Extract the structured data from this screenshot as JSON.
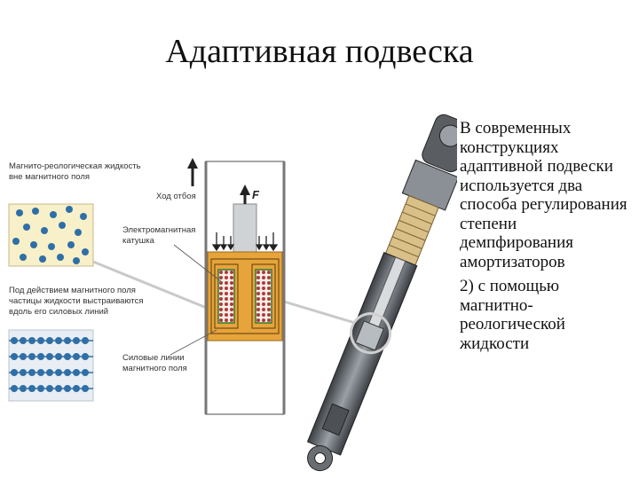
{
  "slide": {
    "title": "Адаптивная подвеска",
    "paragraphs": [
      "В современных конструкциях адаптивной подвески используется два способа регулирования степени демпфирования амортизаторов",
      "2) с помощью магнитно-реологической жидкости"
    ]
  },
  "diagram": {
    "label_outside_1": "Магнито-реологическая жидкость",
    "label_outside_2": "вне магнитного поля",
    "label_inside_1": "Под действием магнитного поля",
    "label_inside_2": "частицы жидкости выстраиваются",
    "label_inside_3": "вдоль его силовых линий",
    "label_rebound": "Ход отбоя",
    "label_force": "F",
    "label_coil_1": "Электромагнитная",
    "label_coil_2": "катушка",
    "label_lines_1": "Силовые линии",
    "label_lines_2": "магнитного поля"
  },
  "colors": {
    "fluid_bg": "#f7f0c8",
    "particle": "#2f6fa8",
    "coil_body": "#e6a43a",
    "coil_winding": "#b03a3a",
    "shock_body": "#6a6e73"
  }
}
